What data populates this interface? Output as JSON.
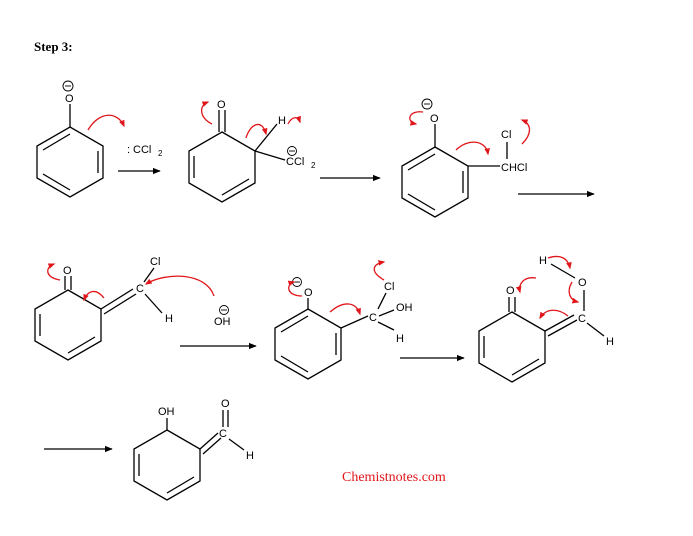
{
  "heading": "Step 3:",
  "watermark": "Chemistnotes.com",
  "accent_color": "#e0161b",
  "labels": {
    "O": "O",
    "OH": "OH",
    "H": "H",
    "Cl": "Cl",
    "C": "C",
    "CHCl": "CHCl",
    "CCl": "CCl",
    "sub2": "2",
    "colon": ":",
    "minus": "−"
  }
}
